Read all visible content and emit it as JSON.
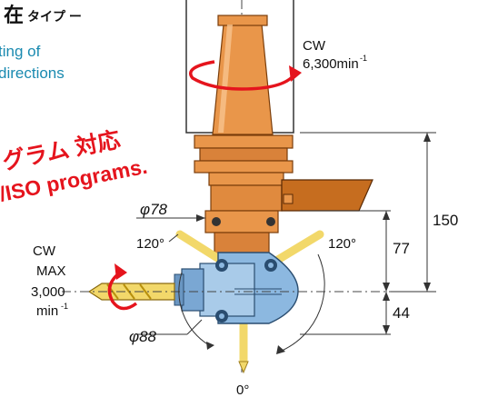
{
  "header": {
    "title_main": "在",
    "title_suffix": "タイプ ー",
    "subtitle_line1": "ting of",
    "subtitle_line2": "directions"
  },
  "banner": {
    "jp_text": "グラム 対応",
    "en_text": "/ISO programs."
  },
  "spindle": {
    "rotation_label": "CW",
    "speed_label": "6,300min",
    "speed_exponent": "-1"
  },
  "tool": {
    "rotation_label": "CW",
    "max_label": "MAX",
    "speed_value": "3,000",
    "speed_unit": "min",
    "speed_exponent": "-1"
  },
  "dimensions": {
    "phi78": "φ78",
    "phi88": "φ88",
    "height_150": "150",
    "height_77": "77",
    "height_44": "44"
  },
  "angles": {
    "left": "120°",
    "right": "120°",
    "bottom": "0°"
  },
  "colors": {
    "orange": "#e9964a",
    "orange_dark": "#c66d1f",
    "blue": "#8cb8e0",
    "blue_dark": "#4c7fb4",
    "yellow": "#f2d86a",
    "red": "#e5141d",
    "teal": "#1a8ab0"
  }
}
